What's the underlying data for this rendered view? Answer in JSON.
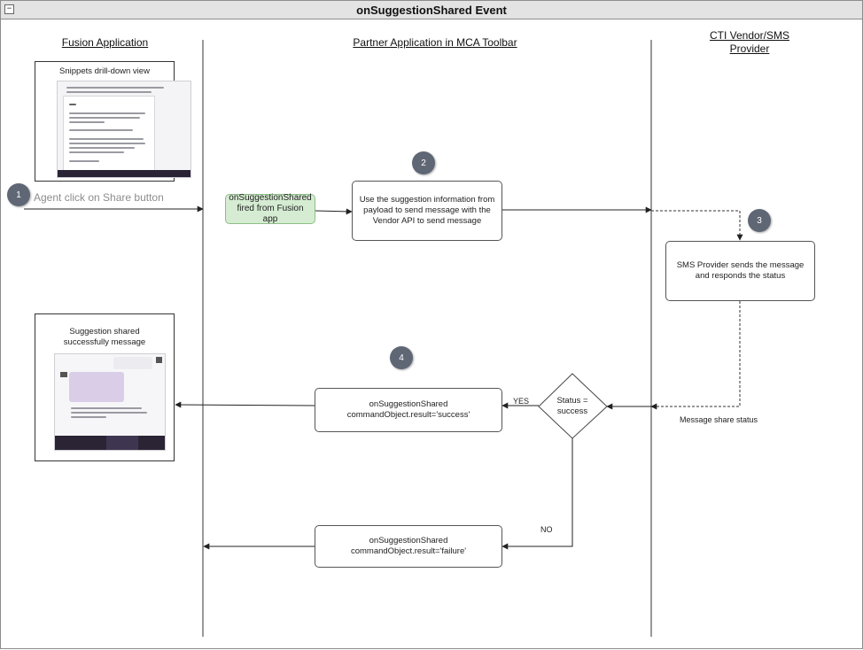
{
  "title": "onSuggestionShared Event",
  "collapse_icon": "minus-box-icon",
  "lanes": {
    "fusion": "Fusion Application",
    "partner": "Partner Application in MCA Toolbar",
    "vendor": "CTI Vendor/SMS\nProvider"
  },
  "steps": [
    "1",
    "2",
    "3",
    "4"
  ],
  "snippets": {
    "drilldown_caption": "Snippets drill-down view",
    "shared_caption": "Suggestion shared\nsuccessfully message"
  },
  "texts": {
    "agent_click": "Agent click on Share button",
    "event_fired": "onSuggestionShared\nfired from Fusion app",
    "use_suggestion": "Use the suggestion information from\npayload to send message with the\nVendor API to send message",
    "sms_provider": "SMS Provider sends the message\nand responds the status",
    "status_decision": "Status =\nsuccess",
    "success_result": "onSuggestionShared\ncommandObject.result='success'",
    "failure_result": "onSuggestionShared\ncommandObject.result='failure'",
    "yes": "YES",
    "no": "NO",
    "message_share_status": "Message share status"
  },
  "colors": {
    "badge": "#5f6775",
    "event_box_fill": "#d5ecd2",
    "title_bar": "#e3e3e3"
  }
}
